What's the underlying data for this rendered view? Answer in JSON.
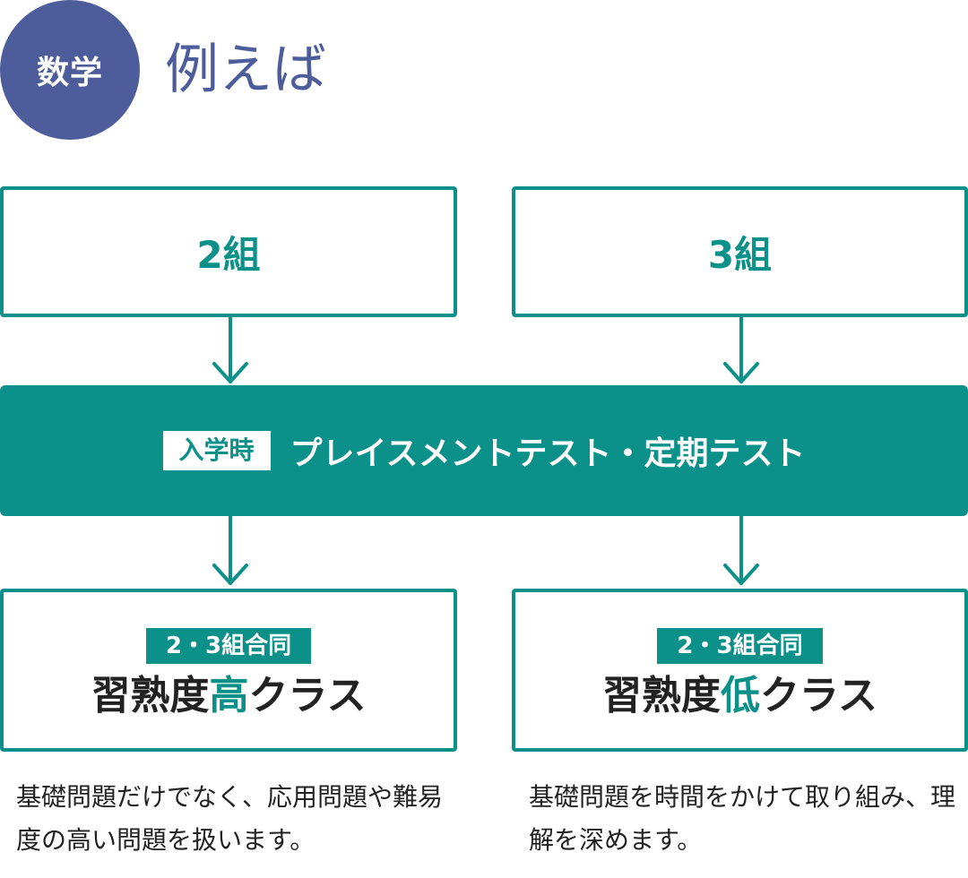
{
  "header": {
    "subject": "数学",
    "heading": "例えば"
  },
  "classes": {
    "left": "2組",
    "right": "3組"
  },
  "test": {
    "timing": "入学時",
    "label": "プレイスメントテスト・定期テスト"
  },
  "levels": {
    "left": {
      "tag": "2・3組合同",
      "title_pre": "習熟度",
      "title_highlight": "高",
      "title_post": "クラス",
      "description": "基礎問題だけでなく、応用問題や難易度の高い問題を扱います。"
    },
    "right": {
      "tag": "2・3組合同",
      "title_pre": "習熟度",
      "title_highlight": "低",
      "title_post": "クラス",
      "description": "基礎問題を時間をかけて取り組み、理解を深めます。"
    }
  },
  "colors": {
    "accent": "#0b9189",
    "subject_badge": "#4d5d9b",
    "text": "#222222"
  },
  "icons": [
    "arrow-down-icon"
  ]
}
